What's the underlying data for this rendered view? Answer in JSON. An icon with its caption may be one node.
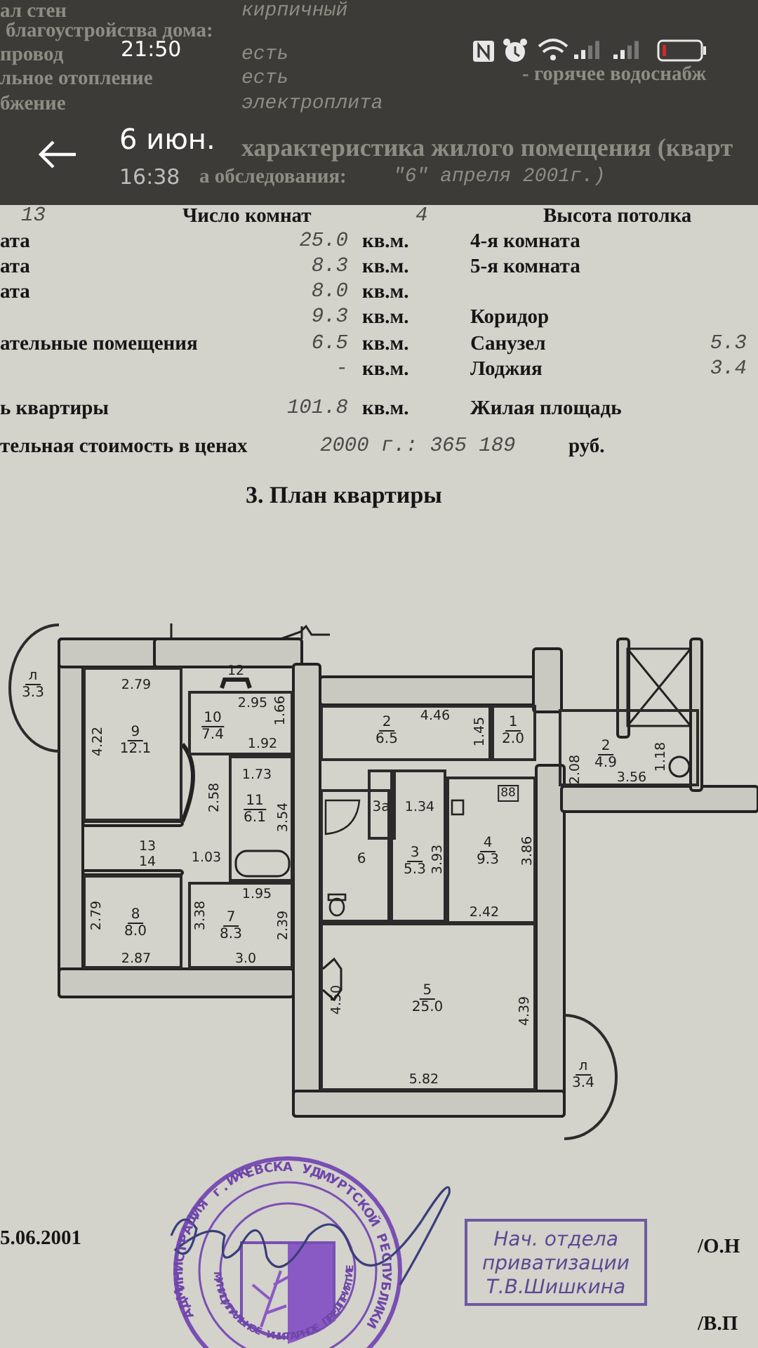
{
  "diagram": {
    "title": "3. План квартиры",
    "nodes": [
      {
        "text": [
          "л",
          "3.3"
        ]
      },
      {
        "text": [
          "9",
          "12.1"
        ]
      },
      {
        "text": [
          "10",
          "7.4"
        ]
      },
      {
        "text": [
          "11",
          "6.1"
        ]
      },
      {
        "text": [
          "8",
          "8.0"
        ]
      },
      {
        "text": [
          "7",
          "8.3"
        ]
      },
      {
        "text": [
          "2",
          "6.5"
        ]
      },
      {
        "text": [
          "1",
          "2.0"
        ]
      },
      {
        "text": [
          "3а"
        ]
      },
      {
        "text": [
          "6"
        ]
      },
      {
        "text": [
          "3",
          "5.3"
        ]
      },
      {
        "text": [
          "4",
          "9.3"
        ]
      },
      {
        "text": [
          "5",
          "25.0"
        ]
      },
      {
        "text": [
          "л",
          "3.4"
        ]
      },
      {
        "text": [
          "2",
          "4.9"
        ]
      },
      {
        "text": [
          "Нач. отдела приватизации Т.В.Шишкина"
        ]
      }
    ],
    "edges": [],
    "labels": [
      "ал стен",
      "кирпичный",
      "благоустройства дома:",
      "провод",
      "есть",
      "льное отопление",
      "есть",
      "- горячее водоснабж",
      "бжение",
      "электроплита",
      "характеристика жилого помещения (кварт",
      "а обследования:",
      "\"6\" апреля 2001г.)",
      "21:50",
      "6 июн.",
      "16:38",
      "13",
      "Число комнат",
      "4",
      "Высота потолка",
      "ата",
      "25.0",
      "кв.м.",
      "4-я комната",
      "ата",
      "8.3",
      "кв.м.",
      "5-я комната",
      "ата",
      "8.0",
      "кв.м.",
      "9.3",
      "кв.м.",
      "Коридор",
      "ательные помещения",
      "6.5",
      "кв.м.",
      "Санузел",
      "5.3",
      "-",
      "кв.м.",
      "Лоджия",
      "3.4",
      "ь квартиры",
      "101.8",
      "кв.м.",
      "Жилая площадь",
      "тельная стоимость в ценах",
      "2000 г.: 365 189",
      "руб.",
      "12",
      "2.79",
      "4.22",
      "2.95",
      "1.66",
      "1.92",
      "1.73",
      "2.58",
      "3.54",
      "13",
      "14",
      "1.03",
      "1.95",
      "2.79",
      "3.38",
      "2.39",
      "2.87",
      "3.0",
      "4.46",
      "1.45",
      "1.34",
      "3.93",
      "88",
      "3.86",
      "2.42",
      "2.08",
      "3.56",
      "1.18",
      "4.50",
      "4.39",
      "5.82",
      "5.06.2001",
      "/О.Н",
      "/В.П",
      "АДМИНИСТРАЦИЯ г.ИЖЕВСКА УДМУРТСКОЙ РЕСПУБЛИКИ",
      "МУНИЦИПАЛЬНОЕ УНИТАРНОЕ ПРЕДПРИЯТИЕ"
    ]
  }
}
